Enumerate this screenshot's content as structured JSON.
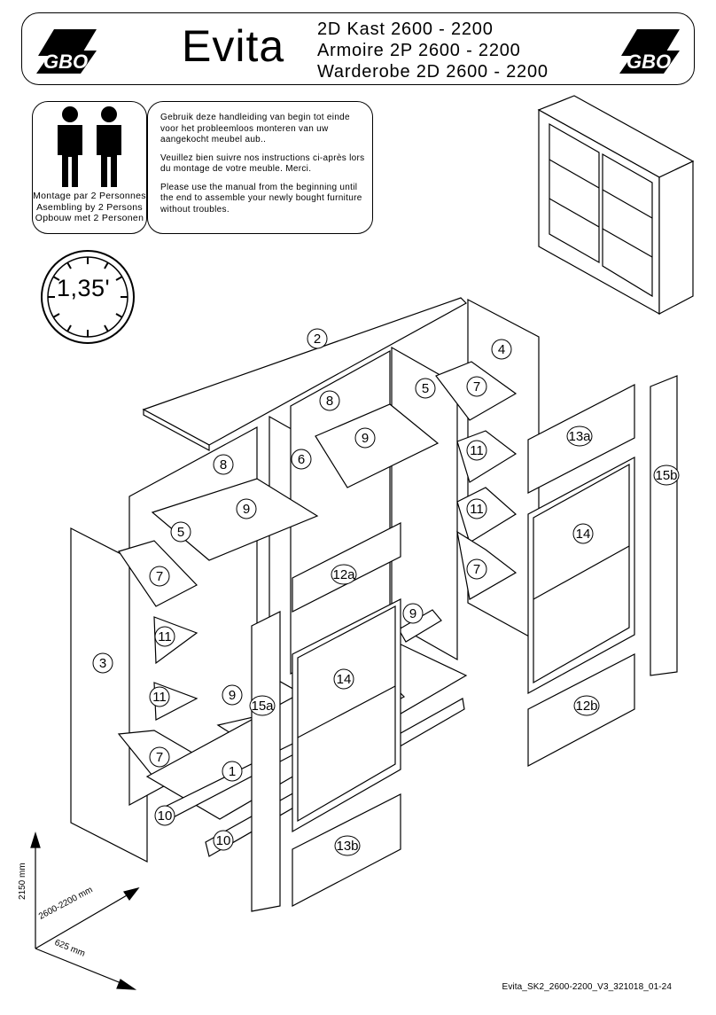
{
  "header": {
    "brand": "Evita",
    "title_nl": "2D Kast 2600 - 2200",
    "title_fr": "Armoire 2P 2600 - 2200",
    "title_en": "Warderobe 2D 2600 - 2200",
    "logo_text": "GBO"
  },
  "persons": {
    "fr": "Montage par 2 Personnes",
    "en": "Asembling by 2 Persons",
    "nl": "Opbouw met  2 Personen"
  },
  "intro": {
    "nl": "Gebruik deze handleiding van begin tot einde voor het probleemloos monteren van uw aangekocht meubel aub..",
    "fr": "Veuillez bien suivre nos instructions ci-après lors du montage de votre meuble. Merci.",
    "en": "Please use the manual from  the beginning until the end to assemble your newly bought furniture without troubles."
  },
  "clock": {
    "label": "1,35'"
  },
  "parts": [
    "1",
    "2",
    "3",
    "4",
    "5",
    "5",
    "6",
    "7",
    "7",
    "7",
    "7",
    "8",
    "8",
    "9",
    "9",
    "9",
    "9",
    "10",
    "10",
    "11",
    "11",
    "11",
    "11",
    "12a",
    "12b",
    "13a",
    "13b",
    "14",
    "14",
    "15a",
    "15b"
  ],
  "dimensions": {
    "height": "2150 mm",
    "width": "2600-2200 mm",
    "depth": "625 mm"
  },
  "footer": {
    "code": "Evita_SK2_2600-2200_V3_321018_01-24"
  }
}
